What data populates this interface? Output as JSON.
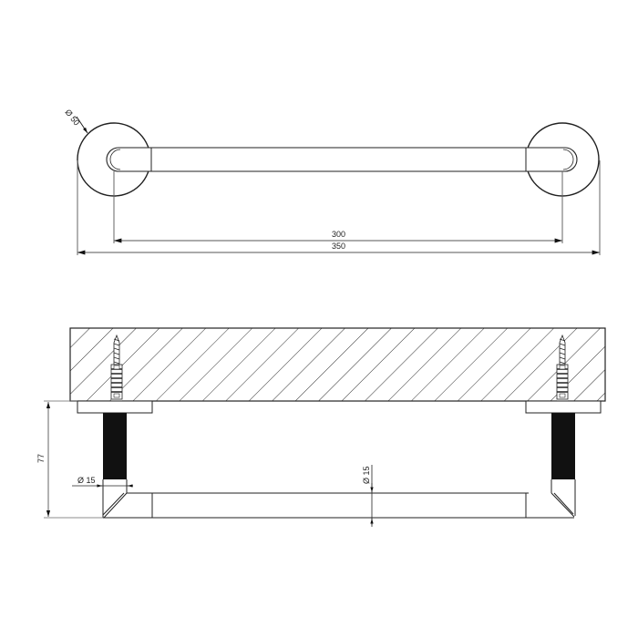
{
  "drawing": {
    "subject": "Towel bar technical drawing",
    "colors": {
      "line": "#222222",
      "dim_line": "#777777",
      "hatch": "#333333",
      "fill_dark": "#111111",
      "background": "#ffffff"
    },
    "top_view": {
      "rosette_diameter_label": "Ø 50",
      "inner_length_label": "300",
      "overall_length_label": "350"
    },
    "side_view": {
      "projection_label": "77",
      "post_diameter_label": "Ø 15",
      "bar_diameter_label": "Ø 15"
    }
  }
}
